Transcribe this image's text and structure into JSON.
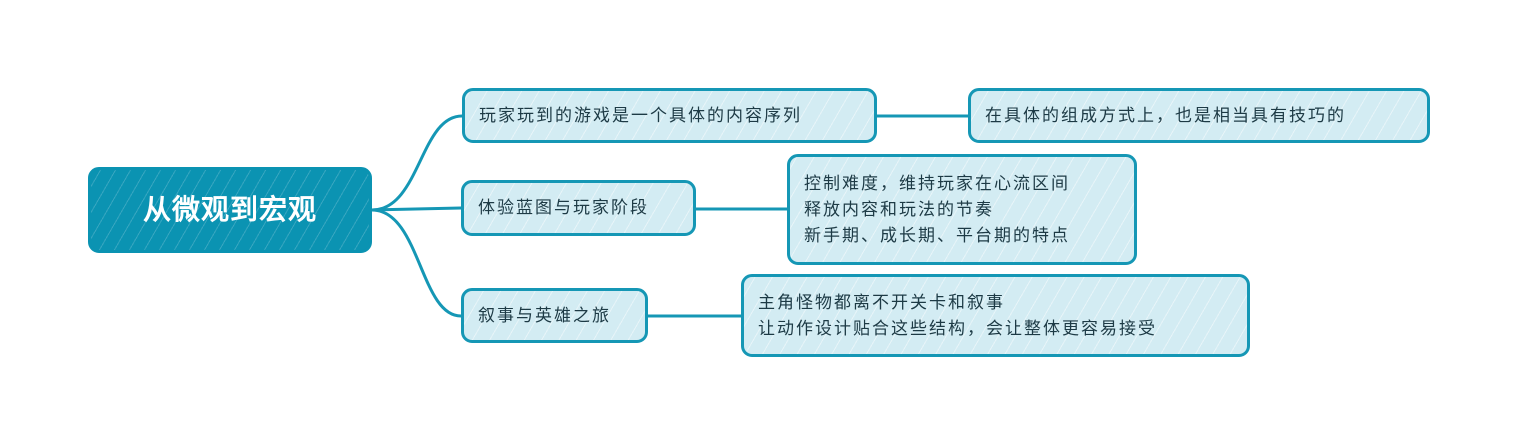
{
  "root": {
    "label": "从微观到宏观"
  },
  "branches": [
    {
      "label": "玩家玩到的游戏是一个具体的内容序列",
      "children": [
        "在具体的组成方式上，也是相当具有技巧的"
      ]
    },
    {
      "label": "体验蓝图与玩家阶段",
      "children": [
        "控制难度，维持玩家在心流区间",
        "释放内容和玩法的节奏",
        "新手期、成长期、平台期的特点"
      ]
    },
    {
      "label": "叙事与英雄之旅",
      "children": [
        "主角怪物都离不开关卡和叙事",
        "让动作设计贴合这些结构，会让整体更容易接受"
      ]
    }
  ],
  "colors": {
    "accent": "#0b93b2",
    "node_fill": "#d3ecf3"
  }
}
